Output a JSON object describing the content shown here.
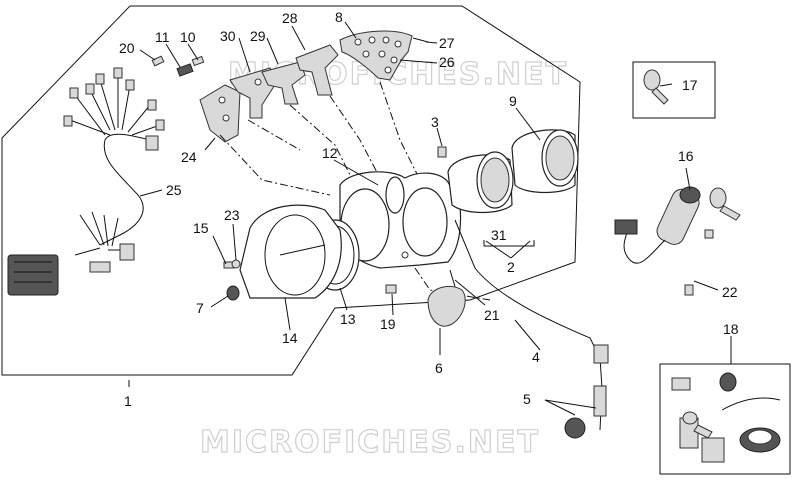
{
  "watermark": "MICROFICHES.NET",
  "callouts": {
    "c1": "1",
    "c2": "2",
    "c3": "3",
    "c4": "4",
    "c5": "5",
    "c6": "6",
    "c7": "7",
    "c8": "8",
    "c9": "9",
    "c10": "10",
    "c11": "11",
    "c12": "12",
    "c13": "13",
    "c14": "14",
    "c15": "15",
    "c16": "16",
    "c17": "17",
    "c18": "18",
    "c19": "19",
    "c20": "20",
    "c21": "21",
    "c22": "22",
    "c23": "23",
    "c24": "24",
    "c25": "25",
    "c26": "26",
    "c27": "27",
    "c28": "28",
    "c29": "29",
    "c30": "30",
    "c31": "31"
  }
}
